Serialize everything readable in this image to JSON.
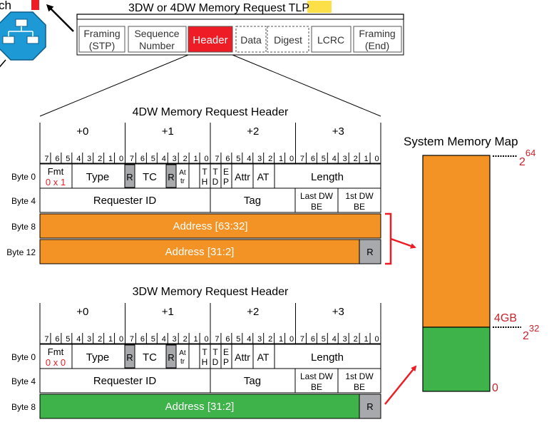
{
  "top": {
    "cropped_label": "ch",
    "tlp_title_prefix": "3DW or 4DW Memory Request",
    "tlp_title_highlight": "TLP",
    "packet_fields": [
      {
        "line1": "Framing",
        "line2": "(STP)"
      },
      {
        "line1": "Sequence",
        "line2": "Number"
      },
      {
        "line1": "Header",
        "line2": ""
      },
      {
        "line1": "Data",
        "line2": ""
      },
      {
        "line1": "Digest",
        "line2": ""
      },
      {
        "line1": "LCRC",
        "line2": ""
      },
      {
        "line1": "Framing",
        "line2": "(End)"
      }
    ]
  },
  "byte_offsets": [
    "+0",
    "+1",
    "+2",
    "+3"
  ],
  "bit_labels": [
    "7",
    "6",
    "5",
    "4",
    "3",
    "2",
    "1",
    "0"
  ],
  "header_fields": {
    "fmt": "Fmt",
    "type": "Type",
    "r": "R",
    "tc": "TC",
    "attr_small_1": "At",
    "attr_small_2": "tr",
    "th_1": "T",
    "th_2": "H",
    "td_1": "T",
    "td_2": "D",
    "ep_1": "E",
    "ep_2": "P",
    "attr": "Attr",
    "at": "AT",
    "length": "Length",
    "requester_id": "Requester ID",
    "tag": "Tag",
    "last_dw_be_1": "Last DW",
    "last_dw_be_2": "BE",
    "first_dw_be_1": "1st DW",
    "first_dw_be_2": "BE"
  },
  "header_4dw": {
    "title": "4DW Memory Request Header",
    "fmt_value": "0 x 1",
    "rows": [
      "Byte 0",
      "Byte 4",
      "Byte 8",
      "Byte 12"
    ],
    "address_high": "Address [63:32]",
    "address_low": "Address [31:2]"
  },
  "header_3dw": {
    "title": "3DW Memory Request Header",
    "fmt_value": "0 x 0",
    "rows": [
      "Byte 0",
      "Byte 4",
      "Byte 8"
    ],
    "address": "Address [31:2]"
  },
  "memory_map": {
    "title": "System Memory Map",
    "top_base": "2",
    "top_exp": "64",
    "mid_label": "4GB",
    "mid_base": "2",
    "mid_exp": "32",
    "bottom_label": "0"
  },
  "colors": {
    "orange": "#f39325",
    "green": "#3eb34a",
    "red": "#ee1c24",
    "gray": "#a7a9ac",
    "highlight": "#fde047",
    "tlp_blue": "#1d9ad6",
    "dark_red_text": "#c8232c"
  }
}
